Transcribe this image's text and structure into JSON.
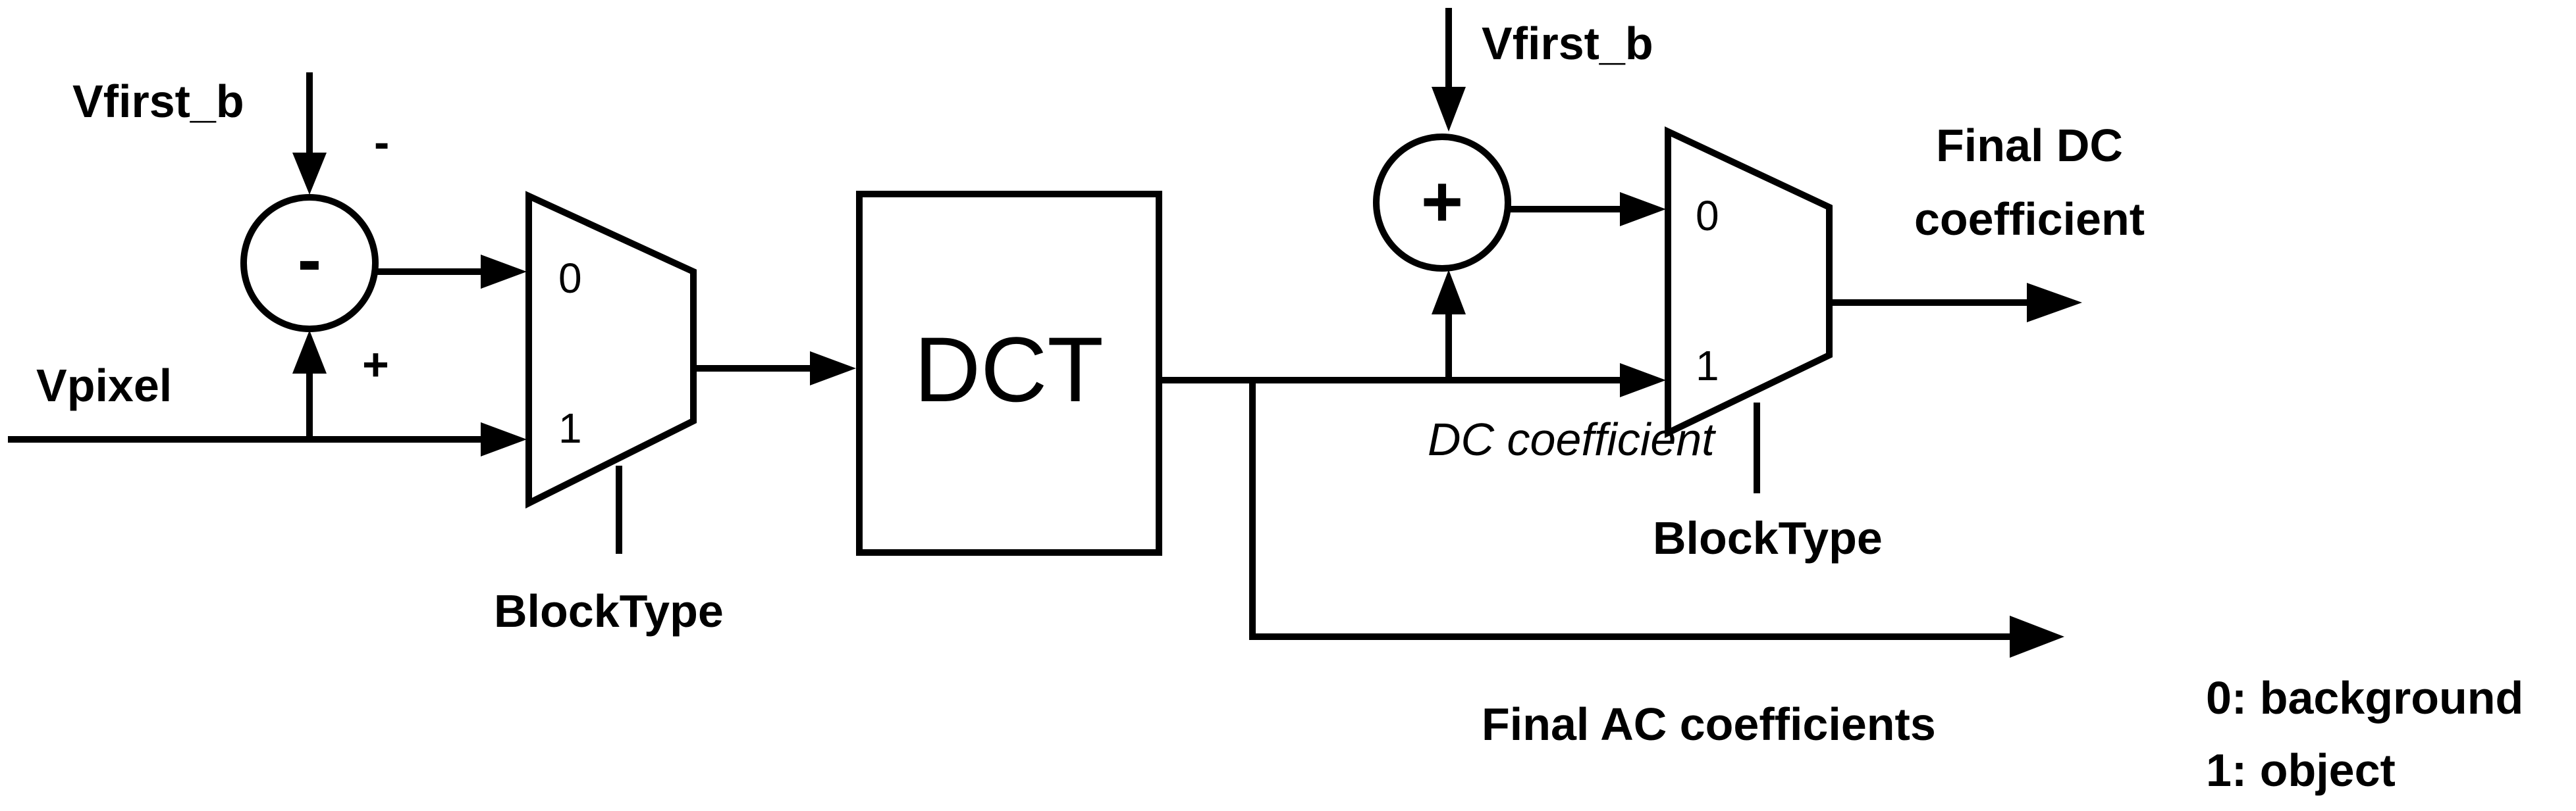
{
  "labels": {
    "vfirst_left": "Vfirst_b",
    "minus_sign": "-",
    "subtractor_symbol": "-",
    "plus_sign": "+",
    "vpixel": "Vpixel",
    "mux1_input0": "0",
    "mux1_input1": "1",
    "blocktype_left": "BlockType",
    "dct": "DCT",
    "vfirst_right": "Vfirst_b",
    "adder_symbol": "+",
    "mux2_input0": "0",
    "mux2_input1": "1",
    "dc_coefficient": "DC coefficient",
    "blocktype_right": "BlockType",
    "final_dc_line1": "Final DC",
    "final_dc_line2": "coefficient",
    "final_ac": "Final AC coefficients"
  },
  "legend": {
    "item0": "0: background",
    "item1": "1: object"
  }
}
